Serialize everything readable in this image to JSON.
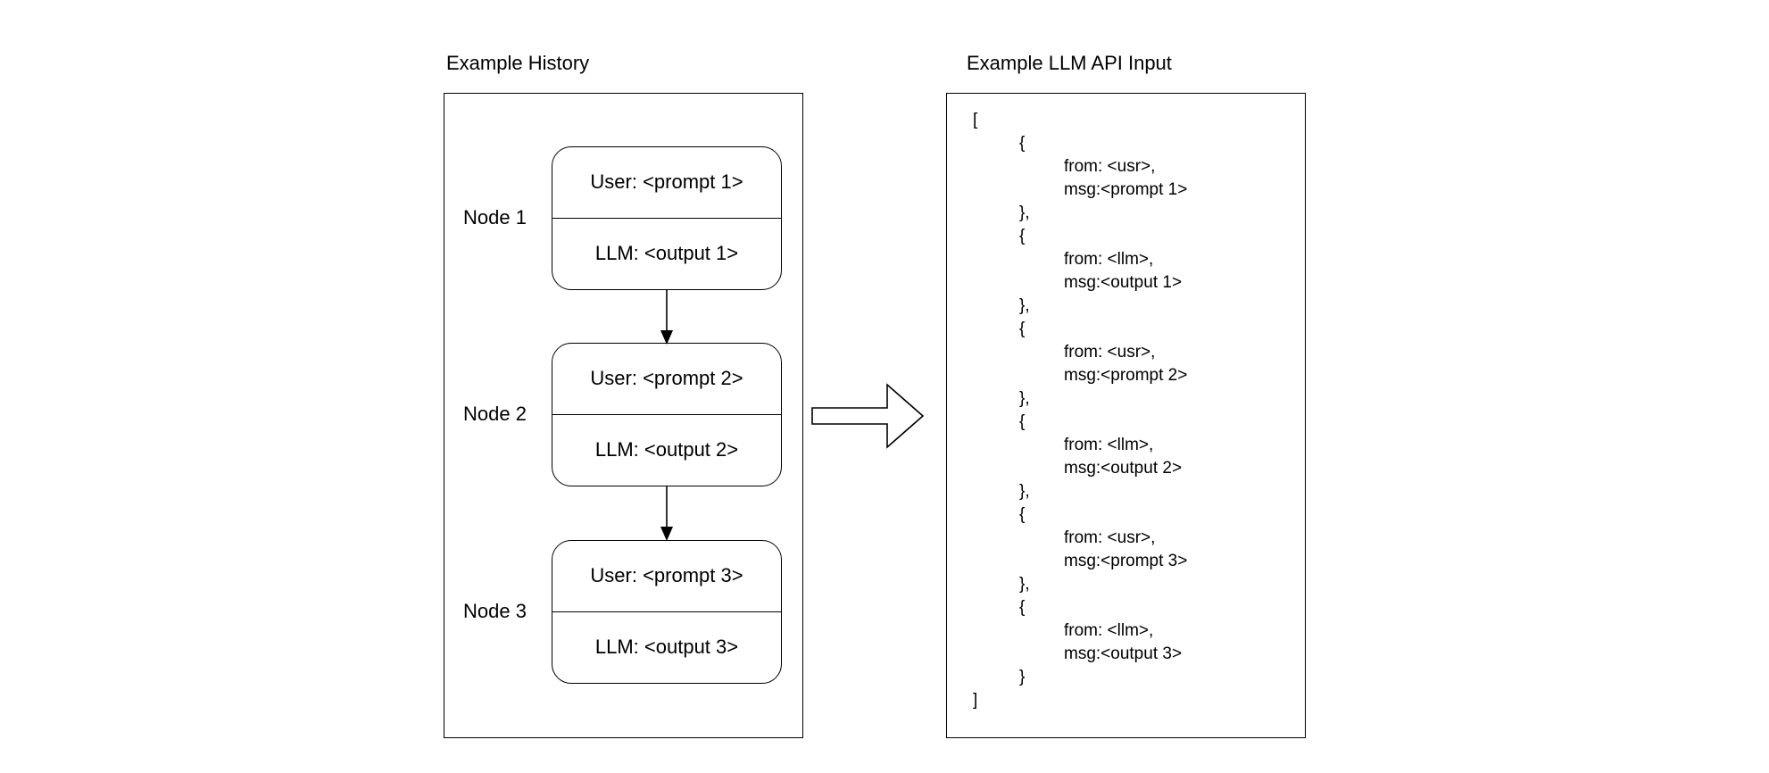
{
  "history": {
    "title": "Example History",
    "nodes": [
      {
        "label": "Node 1",
        "user": "User: <prompt 1>",
        "llm": "LLM: <output 1>"
      },
      {
        "label": "Node 2",
        "user": "User: <prompt 2>",
        "llm": "LLM: <output 2>"
      },
      {
        "label": "Node 3",
        "user": "User: <prompt 3>",
        "llm": "LLM: <output 3>"
      }
    ]
  },
  "api_input": {
    "title": "Example LLM API Input",
    "open_bracket": "[",
    "close_bracket": "]",
    "messages": [
      {
        "open": "{",
        "from": "from: <usr>,",
        "msg": "msg:<prompt 1>",
        "close": "},"
      },
      {
        "open": "{",
        "from": "from: <llm>,",
        "msg": "msg:<output 1>",
        "close": "},"
      },
      {
        "open": "{",
        "from": "from: <usr>,",
        "msg": "msg:<prompt 2>",
        "close": "},"
      },
      {
        "open": "{",
        "from": "from: <llm>,",
        "msg": "msg:<output 2>",
        "close": "},"
      },
      {
        "open": "{",
        "from": "from: <usr>,",
        "msg": "msg:<prompt 3>",
        "close": "},"
      },
      {
        "open": "{",
        "from": "from: <llm>,",
        "msg": "msg:<output 3>",
        "close": "}"
      }
    ]
  }
}
